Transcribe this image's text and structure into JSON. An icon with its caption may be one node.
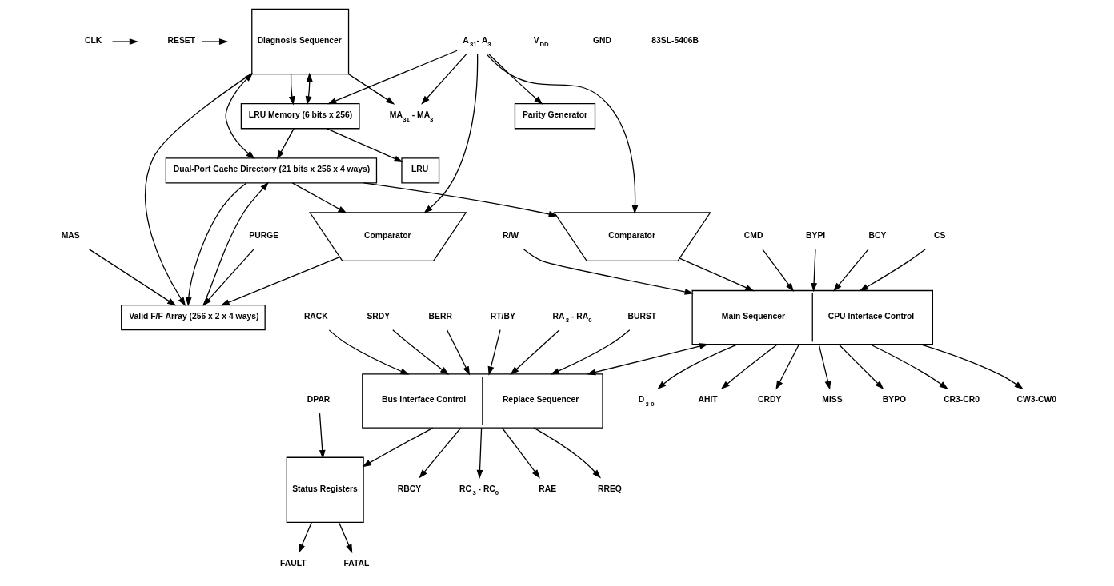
{
  "diagram": {
    "nodes": [
      {
        "text": [
          "CLK"
        ]
      },
      {
        "text": [
          "RESET"
        ]
      },
      {
        "text": [
          "Diagnosis Sequencer"
        ]
      },
      {
        "text": [
          "LRU Memory (6 bits x 256)"
        ]
      },
      {
        "text": [
          "Dual-Port Cache Directory (21 bits x 256 x 4 ways)"
        ]
      },
      {
        "text": [
          "Valid F/F Array (256 x 2 x 4 ways)"
        ]
      },
      {
        "text": [
          "Parity Generator"
        ]
      },
      {
        "text": [
          "A$_{31}$- A$_{3}$"
        ]
      },
      {
        "text": [
          "MA$_{31}$ - MA$_{3}$"
        ]
      },
      {
        "text": [
          "LRU"
        ]
      },
      {
        "text": [
          "Comparator"
        ]
      },
      {
        "text": [
          "Comparator"
        ]
      },
      {
        "text": [
          "DPAR"
        ]
      },
      {
        "text": [
          "Status Registers"
        ]
      },
      {
        "text": [
          "FAULT"
        ]
      },
      {
        "text": [
          "FATAL"
        ]
      },
      {
        "text": [
          "PURGE"
        ]
      },
      {
        "text": [
          "MAS"
        ]
      },
      {
        "text": [
          "Bus Interface Control",
          "Replace Sequencer"
        ]
      },
      {
        "text": [
          "RACK"
        ]
      },
      {
        "text": [
          "SRDY"
        ]
      },
      {
        "text": [
          "BCY"
        ]
      },
      {
        "text": [
          "Main Sequencer",
          "CPU Interface Control"
        ]
      },
      {
        "text": [
          "AHIT"
        ]
      },
      {
        "text": [
          "BERR"
        ]
      },
      {
        "text": [
          "CRDY"
        ]
      },
      {
        "text": [
          "RT/BY"
        ]
      },
      {
        "text": [
          "CS"
        ]
      },
      {
        "text": [
          "R/W"
        ]
      },
      {
        "text": [
          "CMD"
        ]
      },
      {
        "text": [
          "BYPI"
        ]
      },
      {
        "text": [
          "MISS"
        ]
      },
      {
        "text": [
          "BYPO"
        ]
      },
      {
        "text": [
          "CR3-CR0"
        ]
      },
      {
        "text": [
          "CW3-CW0"
        ]
      },
      {
        "text": [
          "D$_{3-0}$"
        ]
      },
      {
        "text": [
          "RA$_{3}$ - RA$_{0}$"
        ]
      },
      {
        "text": [
          "RC$_{3}$ - RC$_{0}$"
        ]
      },
      {
        "text": [
          "RAE"
        ]
      },
      {
        "text": [
          "RREQ"
        ]
      },
      {
        "text": [
          "RBCY"
        ]
      },
      {
        "text": [
          "BURST"
        ]
      }
    ],
    "edges": [
      {
        "from": 0,
        "to": null,
        "arrow": "to"
      },
      {
        "from": 1,
        "to": null,
        "arrow": "to"
      },
      {
        "from": 7,
        "to": 6,
        "arrow": "to"
      },
      {
        "from": 7,
        "to": 3,
        "arrow": "to"
      },
      {
        "from": 2,
        "to": 3,
        "arrow": "to"
      },
      {
        "from": 3,
        "to": 2,
        "arrow": "both"
      },
      {
        "from": 4,
        "to": 2,
        "arrow": "both"
      },
      {
        "from": 3,
        "to": 4,
        "arrow": "to"
      },
      {
        "from": 4,
        "to": 5,
        "arrow": "to"
      },
      {
        "from": 5,
        "to": 4,
        "arrow": "to"
      },
      {
        "from": 2,
        "to": 5,
        "arrow": "to"
      },
      {
        "from": 3,
        "to": 9,
        "arrow": "to"
      },
      {
        "from": 7,
        "to": 10,
        "arrow": "to"
      },
      {
        "from": 4,
        "to": 10,
        "arrow": "to"
      },
      {
        "from": 4,
        "to": 11,
        "arrow": "to"
      },
      {
        "from": 7,
        "to": 11,
        "arrow": "to"
      },
      {
        "from": 2,
        "to": 8,
        "arrow": "to"
      },
      {
        "from": 7,
        "to": 8,
        "arrow": "to"
      },
      {
        "from": 11,
        "to": 5,
        "arrow": "to"
      },
      {
        "from": 16,
        "to": 5,
        "arrow": "to"
      },
      {
        "from": 17,
        "to": 5,
        "arrow": "to"
      },
      {
        "from": 10,
        "to": 22,
        "arrow": "to"
      },
      {
        "from": 22,
        "to": 18,
        "arrow": "both"
      },
      {
        "from": 18,
        "to": 13,
        "arrow": "to"
      },
      {
        "from": 22,
        "to": 35,
        "arrow": "to"
      },
      {
        "from": 12,
        "to": 13,
        "arrow": "to"
      },
      {
        "from": 13,
        "to": 14,
        "arrow": "to"
      },
      {
        "from": 13,
        "to": 15,
        "arrow": "to"
      },
      {
        "from": 21,
        "to": 22,
        "arrow": "to"
      },
      {
        "from": 22,
        "to": 23,
        "arrow": "to"
      },
      {
        "from": 22,
        "to": 25,
        "arrow": "to"
      },
      {
        "from": 27,
        "to": 22,
        "arrow": "to"
      },
      {
        "from": 28,
        "to": 22,
        "arrow": "to"
      },
      {
        "from": 29,
        "to": 22,
        "arrow": "to"
      },
      {
        "from": 30,
        "to": 22,
        "arrow": "to"
      },
      {
        "from": 22,
        "to": 31,
        "arrow": "to"
      },
      {
        "from": 22,
        "to": 32,
        "arrow": "to"
      },
      {
        "from": 22,
        "to": 33,
        "arrow": "to"
      },
      {
        "from": 22,
        "to": 34,
        "arrow": "to"
      },
      {
        "from": 36,
        "to": 18,
        "arrow": "to"
      },
      {
        "from": 18,
        "to": 37,
        "arrow": "to"
      },
      {
        "from": 18,
        "to": 38,
        "arrow": "to"
      },
      {
        "from": 18,
        "to": 39,
        "arrow": "to"
      },
      {
        "from": 18,
        "to": 40,
        "arrow": "to"
      },
      {
        "from": 41,
        "to": 18,
        "arrow": "to"
      },
      {
        "from": 19,
        "to": 18,
        "arrow": "to"
      },
      {
        "from": 20,
        "to": 18,
        "arrow": "to"
      },
      {
        "from": 24,
        "to": 18,
        "arrow": "to"
      },
      {
        "from": 26,
        "to": 18,
        "arrow": "to"
      }
    ],
    "labels": [
      "V$_{DD}$",
      "GND",
      "83SL-5406B"
    ]
  }
}
